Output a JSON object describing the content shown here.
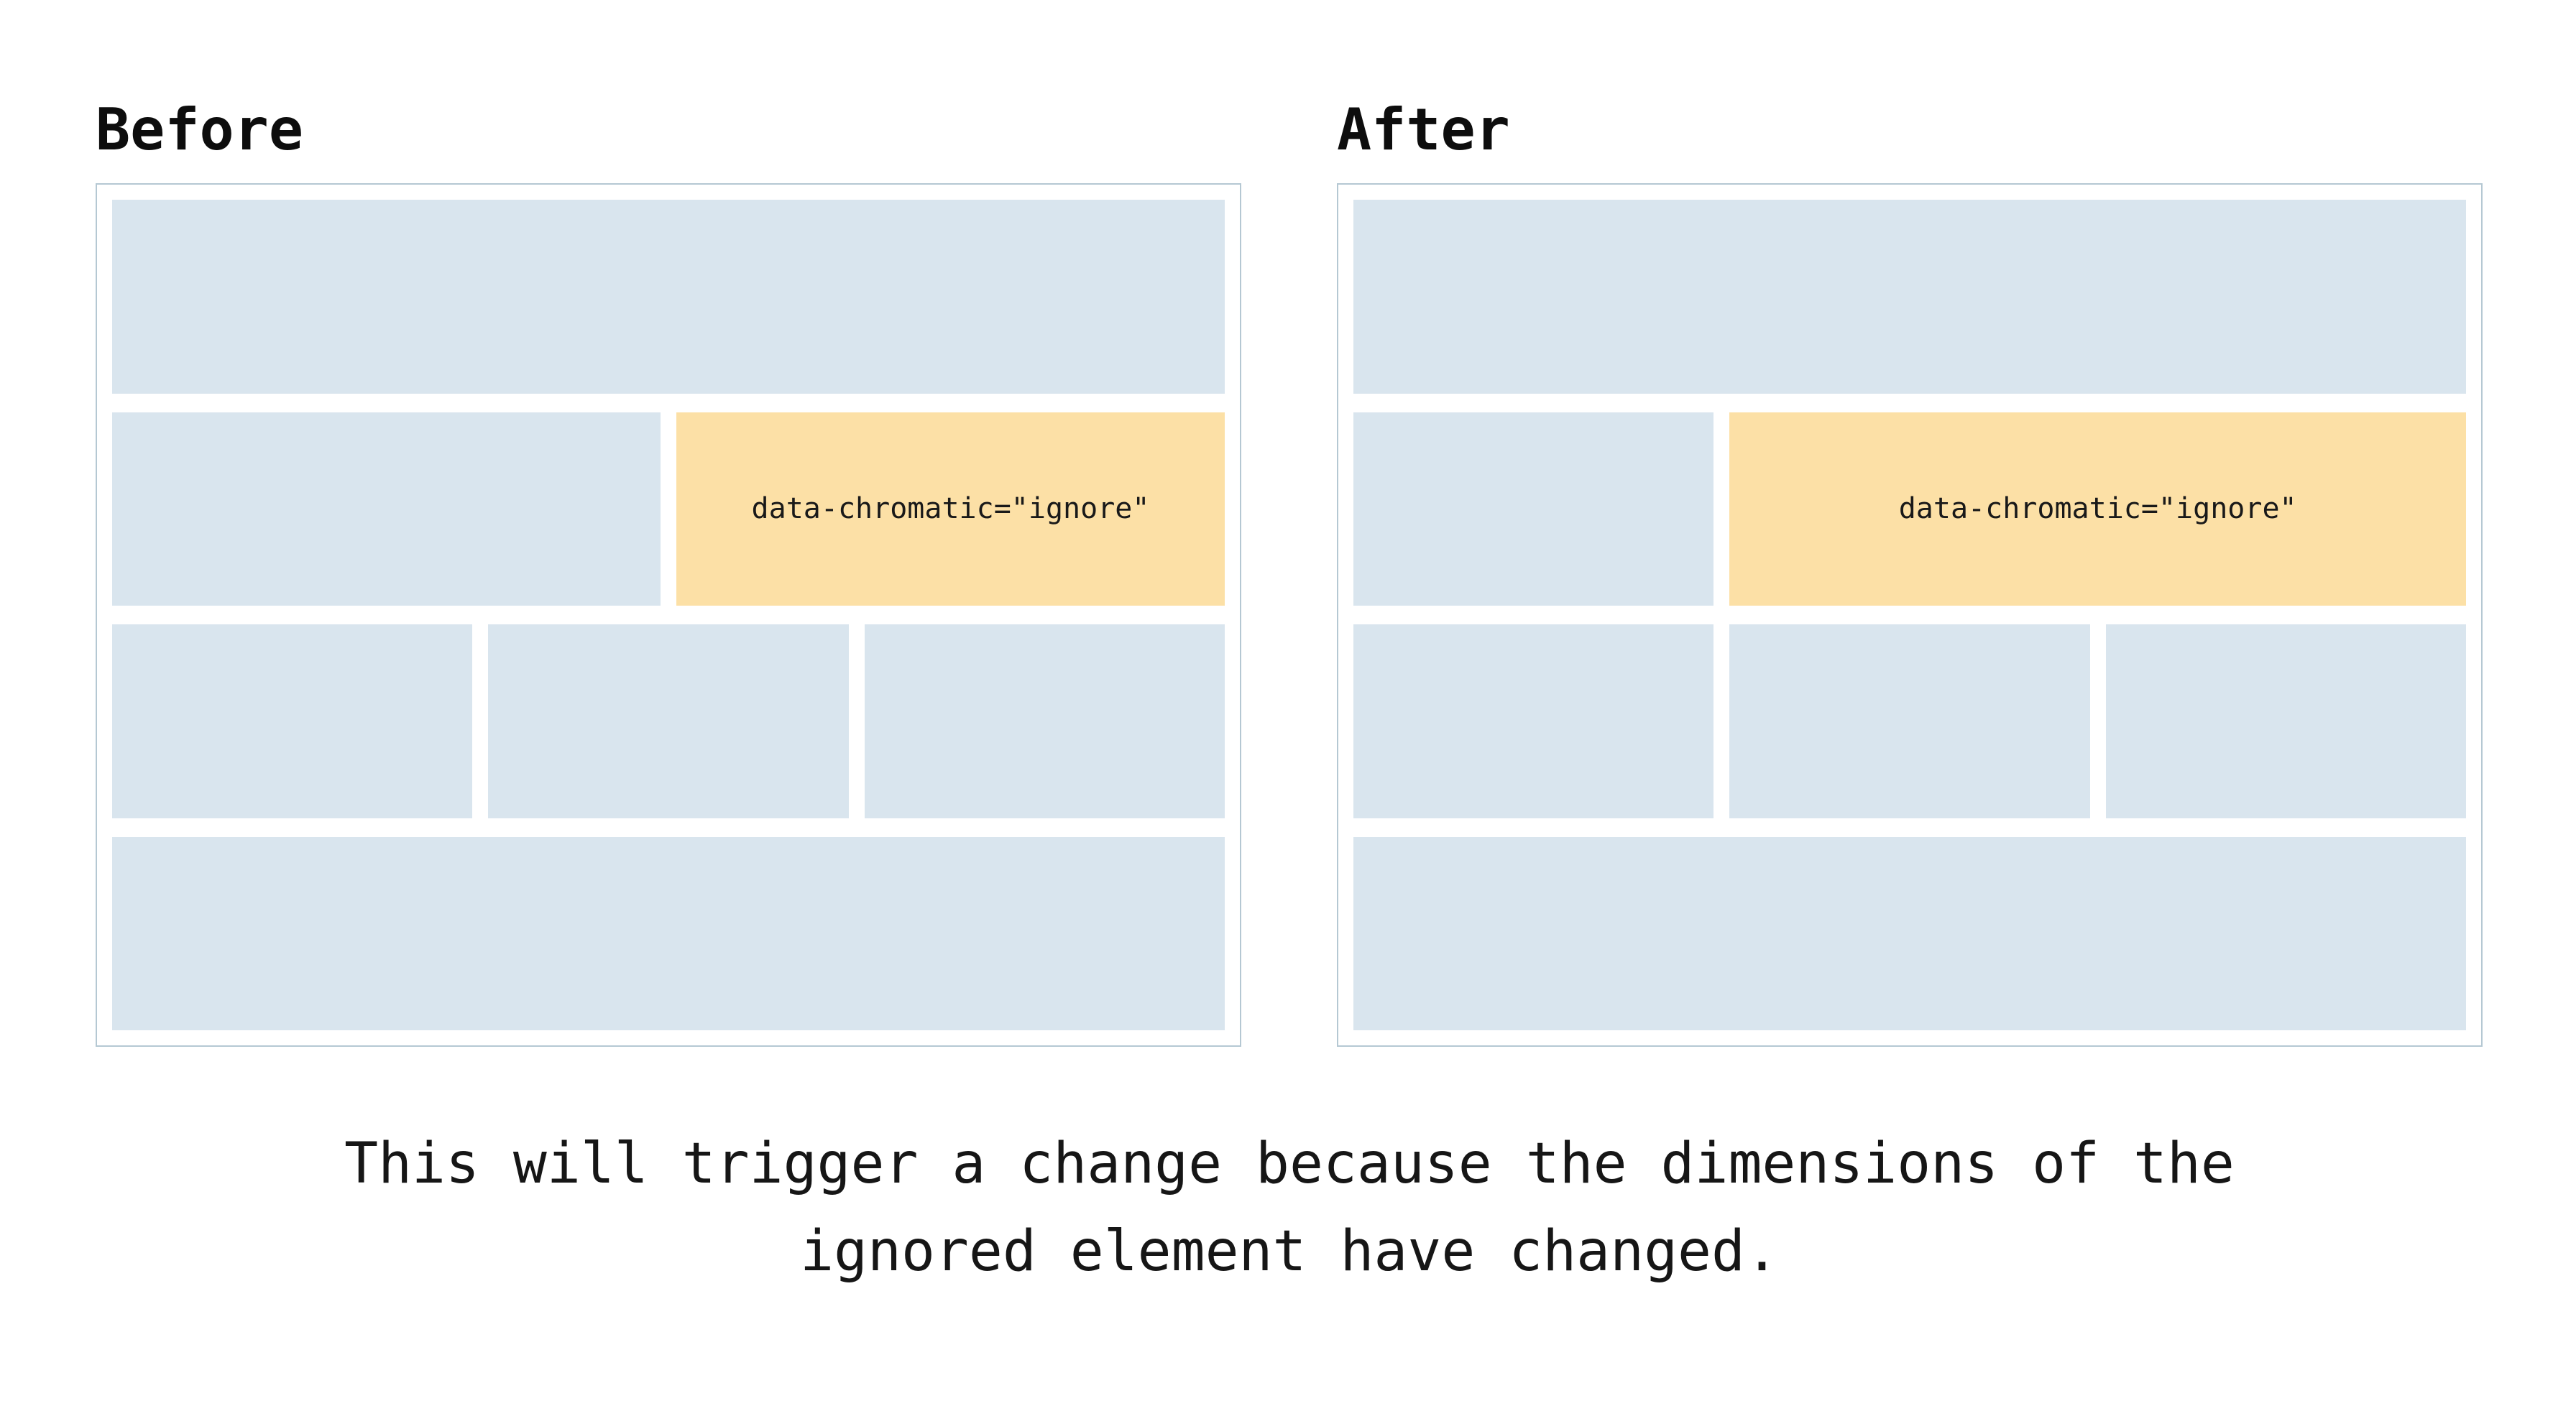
{
  "colors": {
    "block_blue": "#d9e5ee",
    "block_orange": "#fce0a6",
    "card_border": "#b5c8d3",
    "text": "#141414",
    "page_bg": "#ffffff"
  },
  "panels": [
    {
      "title": "Before",
      "ignore_label": "data-chromatic=\"ignore\""
    },
    {
      "title": "After",
      "ignore_label": "data-chromatic=\"ignore\""
    }
  ],
  "caption": {
    "line1": "This will trigger a change because the dimensions of the",
    "line2": "ignored element have changed."
  }
}
